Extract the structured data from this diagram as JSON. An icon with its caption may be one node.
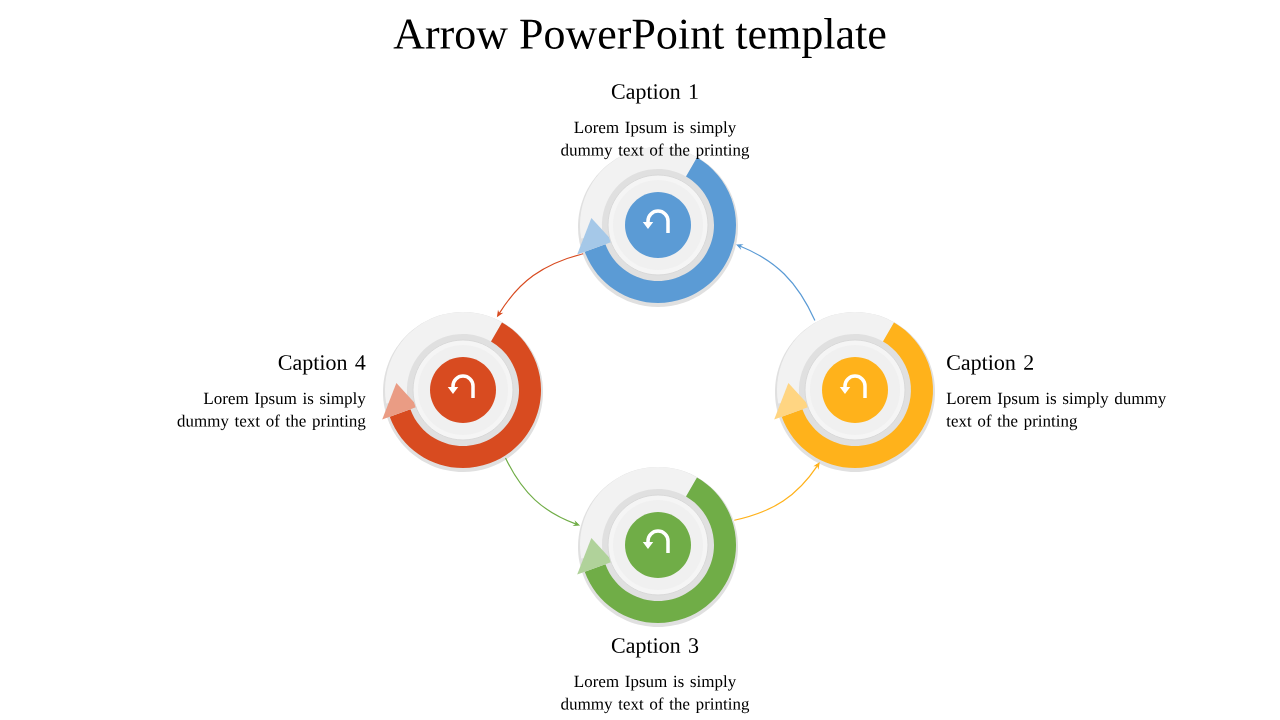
{
  "diagram": {
    "title": "Arrow PowerPoint template",
    "nodes": [
      {
        "text": [],
        "shape": "circle",
        "beside": [
          "Caption 1",
          "Lorem Ipsum is simply dummy text of the printing"
        ]
      },
      {
        "text": [],
        "shape": "circle",
        "beside": [
          "Caption 2",
          "Lorem Ipsum is simply dummy text of the printing"
        ]
      },
      {
        "text": [],
        "shape": "circle",
        "beside": [
          "Caption 3",
          "Lorem Ipsum is simply dummy text of the printing"
        ]
      },
      {
        "text": [],
        "shape": "circle",
        "beside": [
          "Caption 4",
          "Lorem Ipsum is simply dummy text of the printing"
        ]
      }
    ],
    "edges": [
      {
        "from": 1,
        "to": 0,
        "arrow": "to",
        "color": "#5b9bd5"
      },
      {
        "from": 0,
        "to": 3,
        "arrow": "to",
        "color": "#d84b20"
      },
      {
        "from": 3,
        "to": 2,
        "arrow": "to",
        "color": "#70ad47"
      },
      {
        "from": 2,
        "to": 1,
        "arrow": "to",
        "color": "#ffb21b"
      }
    ]
  }
}
